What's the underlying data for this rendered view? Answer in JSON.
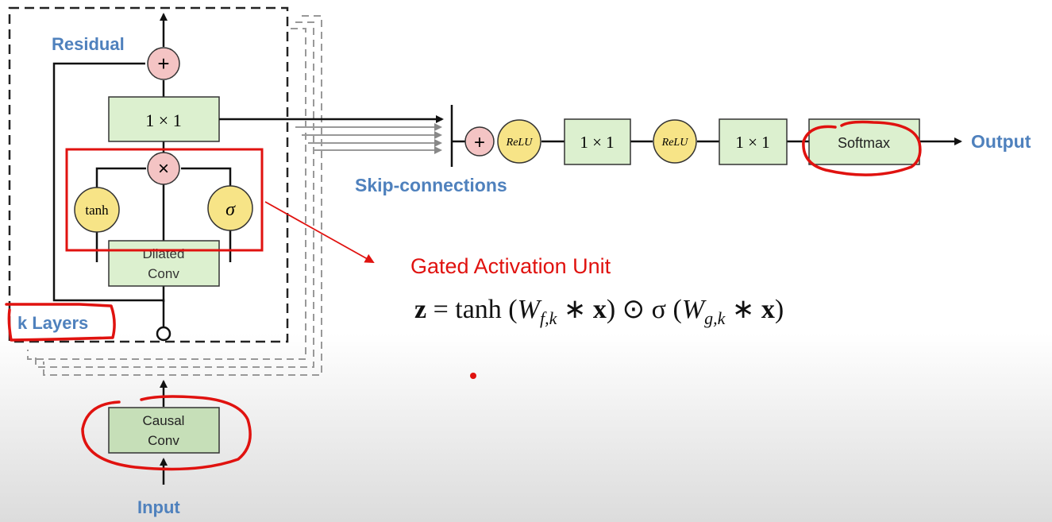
{
  "labels": {
    "residual": "Residual",
    "k_layers": "k Layers",
    "skip_connections": "Skip-connections",
    "output": "Output",
    "input": "Input",
    "gated_activation_unit": "Gated Activation Unit"
  },
  "blocks": {
    "conv_1x1_residual": "1 × 1",
    "dilated_conv_line1": "Dilated",
    "dilated_conv_line2": "Conv",
    "causal_conv_line1": "Causal",
    "causal_conv_line2": "Conv",
    "conv_1x1_a": "1 × 1",
    "conv_1x1_b": "1 × 1",
    "softmax": "Softmax"
  },
  "nodes": {
    "plus": "+",
    "multiply": "×",
    "tanh": "tanh",
    "sigma": "σ",
    "relu": "ReLU"
  },
  "equation": {
    "lhs": "z",
    "eq": " = tanh (",
    "w1": "W",
    "sub1": "f,k",
    "mid1": " ∗ ",
    "x1": "x",
    "mid2": ") ⊙ σ (",
    "w2": "W",
    "sub2": "g,k",
    "mid3": " ∗ ",
    "x2": "x",
    "end": ")"
  },
  "colors": {
    "annotation_red": "#e0120f",
    "label_blue": "#4f81bd",
    "block_green": "#dcf0cf",
    "node_yellow": "#f7e487",
    "node_pink": "#f4c4c4"
  }
}
